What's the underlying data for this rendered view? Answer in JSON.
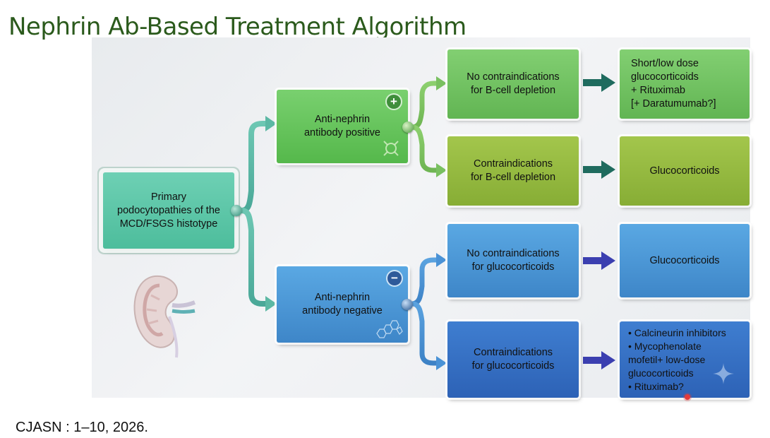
{
  "title": "Nephrin Ab-Based Treatment Algorithm",
  "citation": "CJASN : 1–10, 2026.",
  "colors": {
    "title": "#2b5a1c",
    "root": "#57c3a4",
    "positive": "#5fbf55",
    "negative": "#4a92d6",
    "arrow_green": "#1f6b5e",
    "arrow_blue": "#3b3fb0"
  },
  "nodes": {
    "root": "Primary\npodocytopathies of the\nMCD/FSGS histotype",
    "positive": "Anti-nephrin\nantibody positive",
    "negative": "Anti-nephrin\nantibody negative",
    "pos_no_ci": "No contraindications\nfor B-cell depletion",
    "pos_ci": "Contraindications\nfor B-cell depletion",
    "neg_no_ci": "No contraindications\nfor glucocorticoids",
    "neg_ci": "Contraindications\nfor glucocorticoids"
  },
  "signs": {
    "positive": "+",
    "negative": "−"
  },
  "outcomes": {
    "pos_no_ci": "Short/low dose\nglucocorticoids\n+ Rituximab\n[+ Daratumumab?]",
    "pos_ci": "Glucocorticoids",
    "neg_no_ci": "Glucocorticoids",
    "neg_ci_items": [
      "• Calcineurin inhibitors",
      "• Mycophenolate",
      "mofetil+ low-dose",
      "glucocorticoids",
      "• Rituximab?"
    ]
  },
  "icons": {
    "kidney": "kidney-icon",
    "antibody": "antibody-icon",
    "steroid": "steroid-molecule-icon",
    "sparkle": "sparkle-icon"
  }
}
